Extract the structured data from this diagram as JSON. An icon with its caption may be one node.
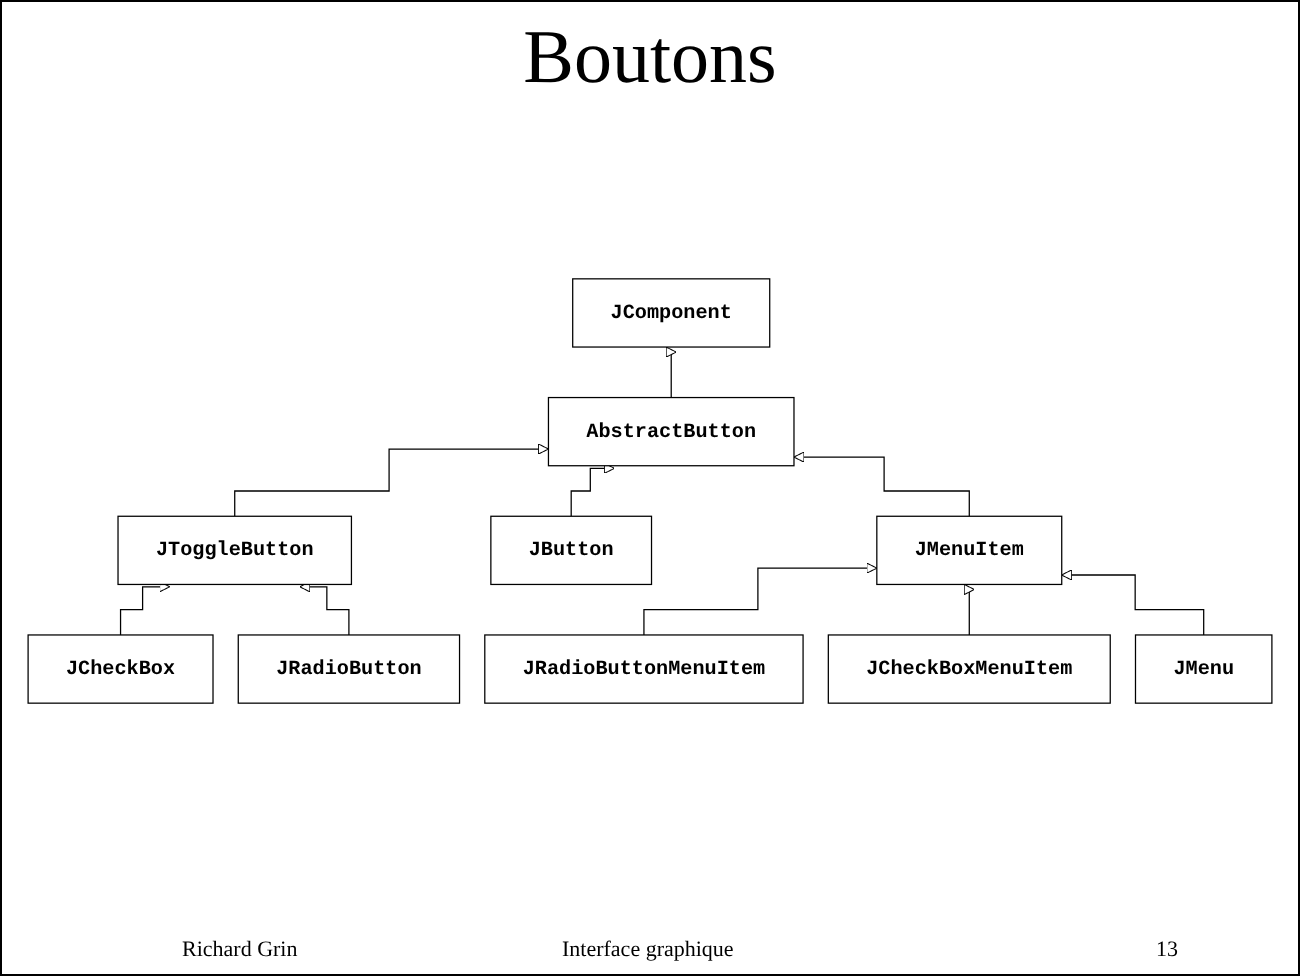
{
  "diagram": {
    "title": "Boutons",
    "nodes": [
      {
        "text": [
          "JComponent"
        ]
      },
      {
        "text": [
          "AbstractButton"
        ]
      },
      {
        "text": [
          "JToggleButton"
        ]
      },
      {
        "text": [
          "JButton"
        ]
      },
      {
        "text": [
          "JMenuItem"
        ]
      },
      {
        "text": [
          "JCheckBox"
        ]
      },
      {
        "text": [
          "JRadioButton"
        ]
      },
      {
        "text": [
          "JRadioButtonMenuItem"
        ]
      },
      {
        "text": [
          "JCheckBoxMenuItem"
        ]
      },
      {
        "text": [
          "JMenu"
        ]
      }
    ],
    "edges": [
      {
        "from": 1,
        "to": 0,
        "arrow": "to"
      },
      {
        "from": 2,
        "to": 1,
        "arrow": "to"
      },
      {
        "from": 3,
        "to": 1,
        "arrow": "to"
      },
      {
        "from": 4,
        "to": 1,
        "arrow": "to"
      },
      {
        "from": 5,
        "to": 2,
        "arrow": "to"
      },
      {
        "from": 6,
        "to": 2,
        "arrow": "to"
      },
      {
        "from": 7,
        "to": 4,
        "arrow": "to"
      },
      {
        "from": 8,
        "to": 4,
        "arrow": "to"
      },
      {
        "from": 9,
        "to": 4,
        "arrow": "to"
      }
    ],
    "labels": [
      "Richard Grin",
      "Interface graphique",
      "13"
    ]
  }
}
